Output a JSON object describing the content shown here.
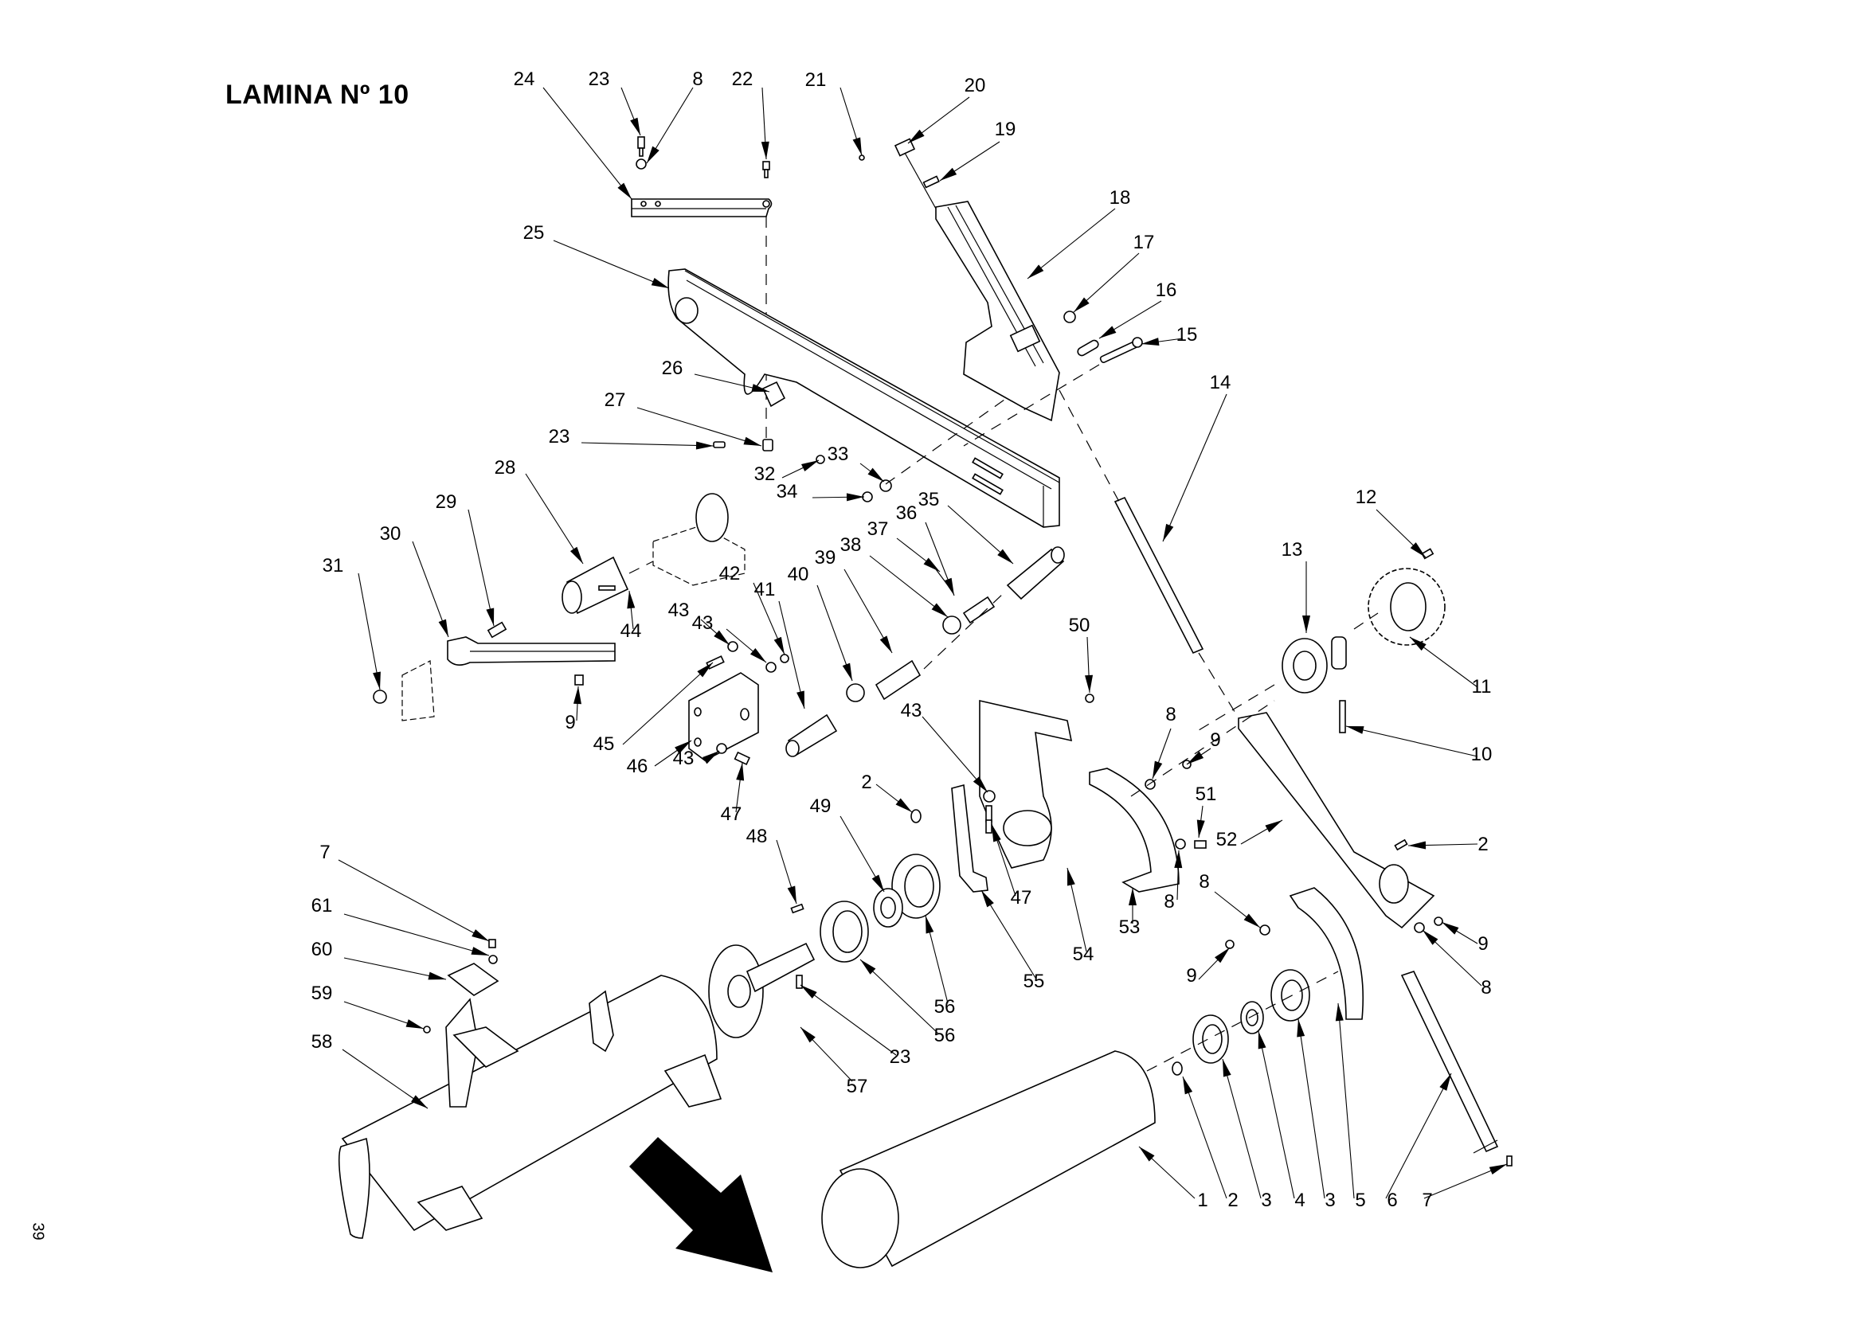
{
  "sheet": {
    "title": "LAMINA Nº 10",
    "page_number": "39"
  },
  "direction_arrow": {
    "icon": "travel-direction-arrow"
  },
  "callouts": [
    {
      "id": "c1",
      "label": "1"
    },
    {
      "id": "c2a",
      "label": "2"
    },
    {
      "id": "c2b",
      "label": "2"
    },
    {
      "id": "c2c",
      "label": "2"
    },
    {
      "id": "c3a",
      "label": "3"
    },
    {
      "id": "c3b",
      "label": "3"
    },
    {
      "id": "c4",
      "label": "4"
    },
    {
      "id": "c5",
      "label": "5"
    },
    {
      "id": "c6",
      "label": "6"
    },
    {
      "id": "c7a",
      "label": "7"
    },
    {
      "id": "c7b",
      "label": "7"
    },
    {
      "id": "c8a",
      "label": "8"
    },
    {
      "id": "c8b",
      "label": "8"
    },
    {
      "id": "c8c",
      "label": "8"
    },
    {
      "id": "c8d",
      "label": "8"
    },
    {
      "id": "c8e",
      "label": "8"
    },
    {
      "id": "c9a",
      "label": "9"
    },
    {
      "id": "c9b",
      "label": "9"
    },
    {
      "id": "c9c",
      "label": "9"
    },
    {
      "id": "c9d",
      "label": "9"
    },
    {
      "id": "c10",
      "label": "10"
    },
    {
      "id": "c11",
      "label": "11"
    },
    {
      "id": "c12",
      "label": "12"
    },
    {
      "id": "c13",
      "label": "13"
    },
    {
      "id": "c14",
      "label": "14"
    },
    {
      "id": "c15",
      "label": "15"
    },
    {
      "id": "c16",
      "label": "16"
    },
    {
      "id": "c17",
      "label": "17"
    },
    {
      "id": "c18",
      "label": "18"
    },
    {
      "id": "c19",
      "label": "19"
    },
    {
      "id": "c20",
      "label": "20"
    },
    {
      "id": "c21",
      "label": "21"
    },
    {
      "id": "c22",
      "label": "22"
    },
    {
      "id": "c23a",
      "label": "23"
    },
    {
      "id": "c23b",
      "label": "23"
    },
    {
      "id": "c23c",
      "label": "23"
    },
    {
      "id": "c24",
      "label": "24"
    },
    {
      "id": "c25",
      "label": "25"
    },
    {
      "id": "c26",
      "label": "26"
    },
    {
      "id": "c27",
      "label": "27"
    },
    {
      "id": "c28",
      "label": "28"
    },
    {
      "id": "c29",
      "label": "29"
    },
    {
      "id": "c30",
      "label": "30"
    },
    {
      "id": "c31",
      "label": "31"
    },
    {
      "id": "c32",
      "label": "32"
    },
    {
      "id": "c33",
      "label": "33"
    },
    {
      "id": "c34",
      "label": "34"
    },
    {
      "id": "c35",
      "label": "35"
    },
    {
      "id": "c36",
      "label": "36"
    },
    {
      "id": "c37",
      "label": "37"
    },
    {
      "id": "c38",
      "label": "38"
    },
    {
      "id": "c39",
      "label": "39"
    },
    {
      "id": "c40",
      "label": "40"
    },
    {
      "id": "c41",
      "label": "41"
    },
    {
      "id": "c42",
      "label": "42"
    },
    {
      "id": "c43a",
      "label": "43"
    },
    {
      "id": "c43b",
      "label": "43"
    },
    {
      "id": "c43c",
      "label": "43"
    },
    {
      "id": "c43d",
      "label": "43"
    },
    {
      "id": "c44",
      "label": "44"
    },
    {
      "id": "c45",
      "label": "45"
    },
    {
      "id": "c46",
      "label": "46"
    },
    {
      "id": "c47a",
      "label": "47"
    },
    {
      "id": "c47b",
      "label": "47"
    },
    {
      "id": "c48",
      "label": "48"
    },
    {
      "id": "c49",
      "label": "49"
    },
    {
      "id": "c50",
      "label": "50"
    },
    {
      "id": "c51",
      "label": "51"
    },
    {
      "id": "c52",
      "label": "52"
    },
    {
      "id": "c53",
      "label": "53"
    },
    {
      "id": "c54",
      "label": "54"
    },
    {
      "id": "c55",
      "label": "55"
    },
    {
      "id": "c56a",
      "label": "56"
    },
    {
      "id": "c56b",
      "label": "56"
    },
    {
      "id": "c57",
      "label": "57"
    },
    {
      "id": "c58",
      "label": "58"
    },
    {
      "id": "c59",
      "label": "59"
    },
    {
      "id": "c60",
      "label": "60"
    },
    {
      "id": "c61",
      "label": "61"
    }
  ]
}
